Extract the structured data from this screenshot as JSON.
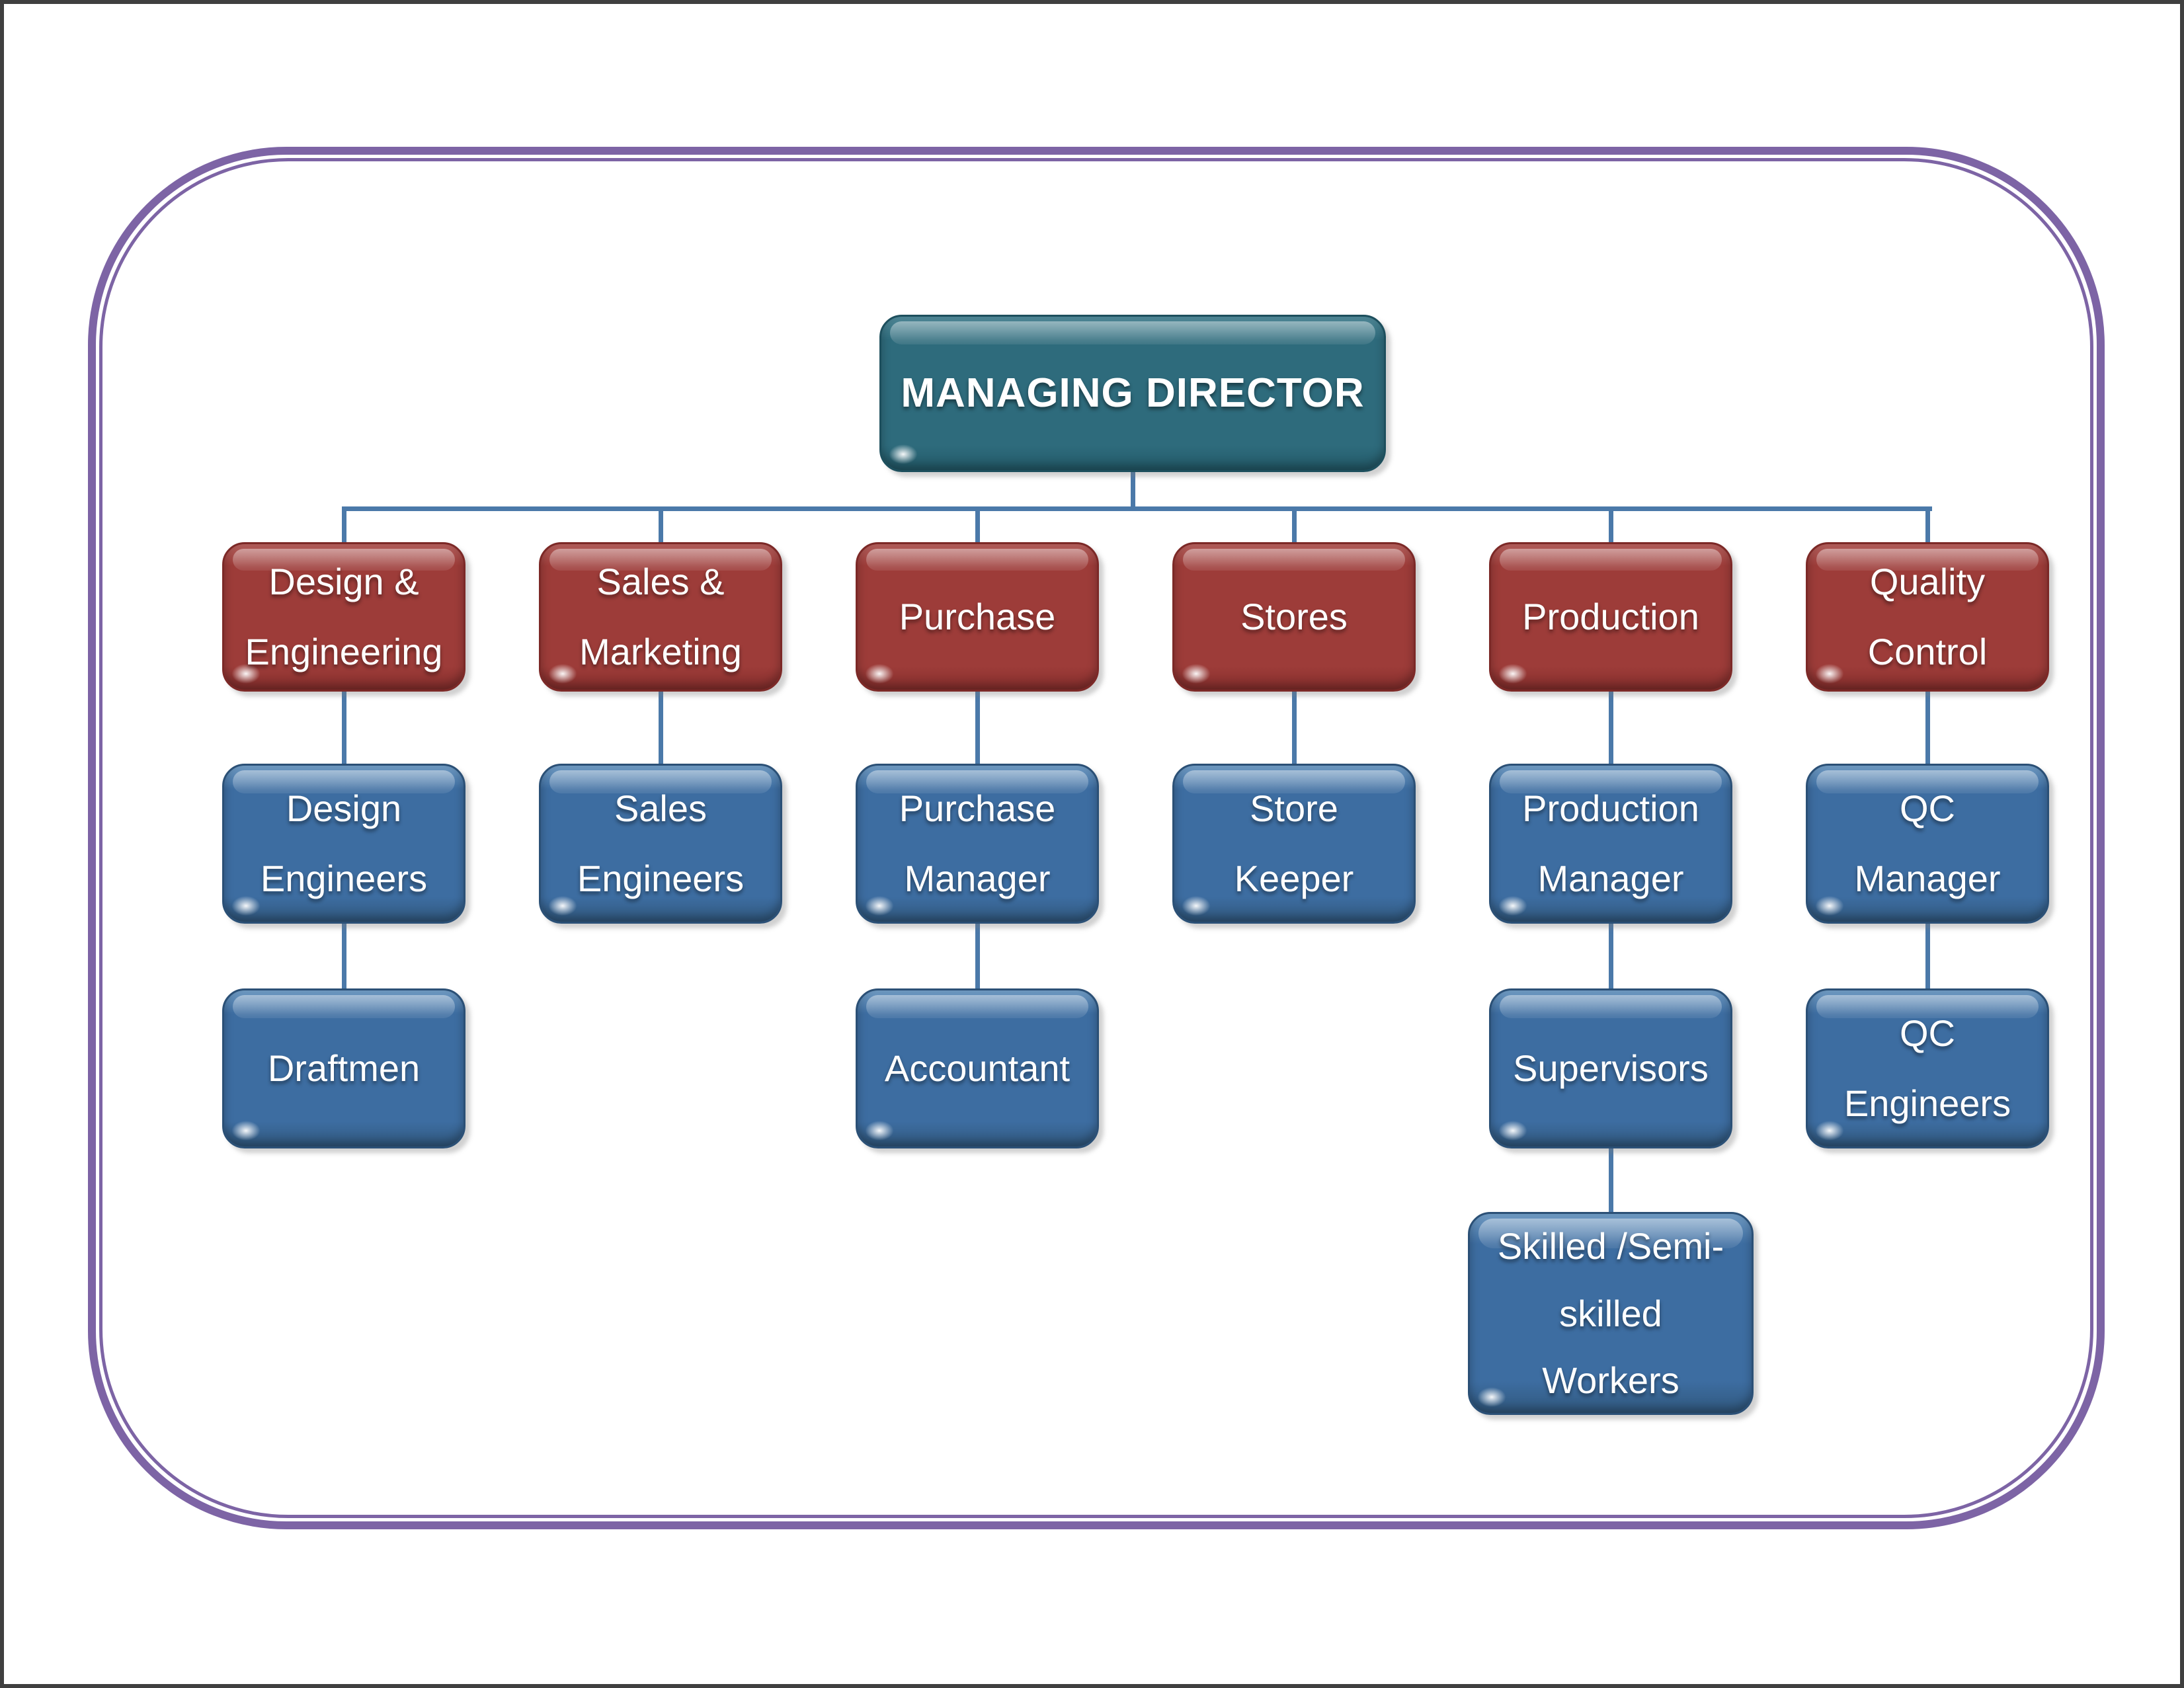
{
  "canvas": {
    "background": "#FFFFFF",
    "outer_frame_color": "#3F3F3F",
    "decorative_border_color": "#7D64A5"
  },
  "chart": {
    "type": "org-chart",
    "root": {
      "label": "MANAGING DIRECTOR",
      "fill": "#2E6B7C"
    },
    "department_fill": "#9D3C39",
    "role_fill": "#3D6DA1",
    "connector_color": "#4B79A9",
    "text_color": "#FFFFFF",
    "columns": [
      {
        "department": "Design &\nEngineering",
        "roles": [
          "Design\nEngineers",
          "Draftmen"
        ]
      },
      {
        "department": "Sales &\nMarketing",
        "roles": [
          "Sales\nEngineers"
        ]
      },
      {
        "department": "Purchase",
        "roles": [
          "Purchase\nManager",
          "Accountant"
        ]
      },
      {
        "department": "Stores",
        "roles": [
          "Store\nKeeper"
        ]
      },
      {
        "department": "Production",
        "roles": [
          "Production\nManager",
          "Supervisors",
          "Skilled /Semi-\nskilled\nWorkers"
        ]
      },
      {
        "department": "Quality\nControl",
        "roles": [
          "QC\nManager",
          "QC\nEngineers"
        ]
      }
    ]
  }
}
